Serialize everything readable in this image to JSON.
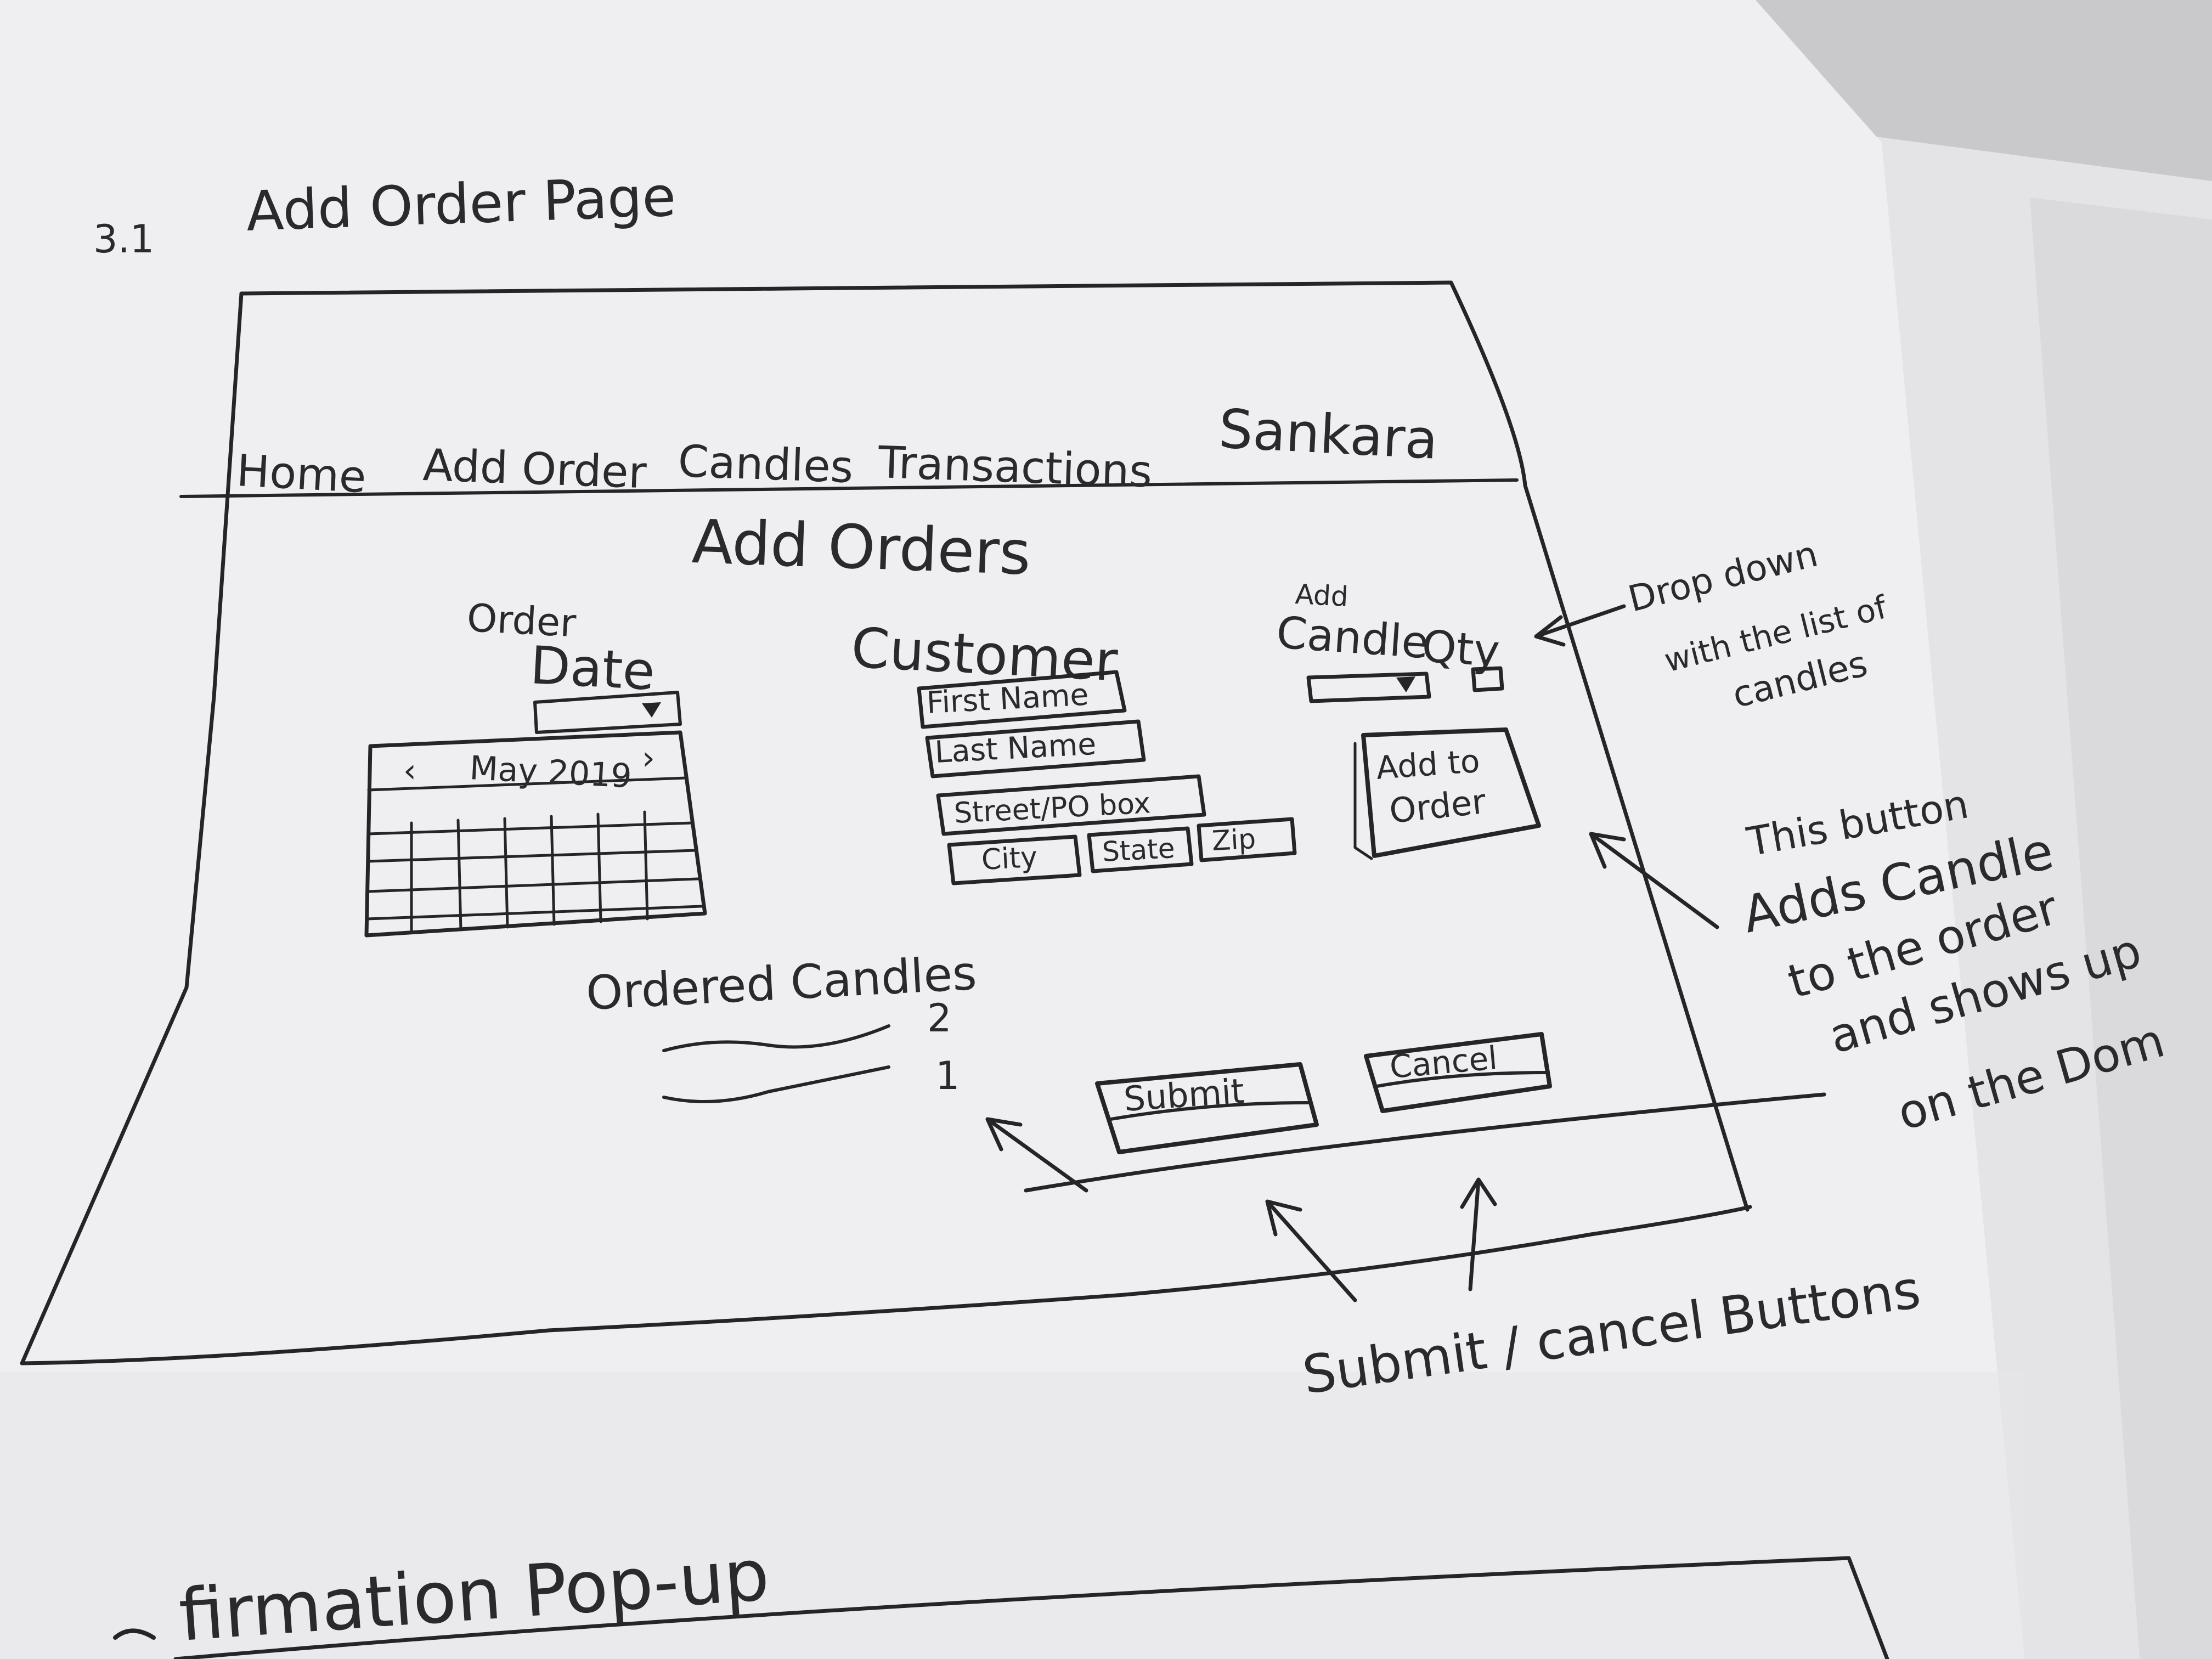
{
  "sheet": {
    "section_number": "3.1",
    "section_title": "Add Order Page",
    "next_section_title": "Confirmation Pop-up",
    "next_section_partial": "firmation Pop-up"
  },
  "wireframe": {
    "nav": {
      "items": [
        "Home",
        "Add Order",
        "Candles",
        "Transactions"
      ],
      "brand": "Sankara"
    },
    "page_title": "Add Orders",
    "order_date": {
      "label_small": "Order",
      "label": "Date",
      "calendar_month": "May 2019"
    },
    "customer": {
      "label": "Customer",
      "first_name": "First Name",
      "last_name": "Last Name",
      "street": "Street/PO box",
      "city": "City",
      "state": "State",
      "zip": "Zip"
    },
    "candle": {
      "label_small": "Add",
      "label": "Candle",
      "qty_label": "Qty",
      "add_button_line1": "Add to",
      "add_button_line2": "Order"
    },
    "ordered_candles": {
      "label": "Ordered Candles",
      "quantities": [
        "2",
        "1"
      ]
    },
    "buttons": {
      "submit": "Submit",
      "cancel": "Cancel"
    }
  },
  "annotations": {
    "dropdown_note": [
      "Drop down",
      "with the list of",
      "candles"
    ],
    "add_button_note": [
      "This button",
      "Adds Candle",
      "to the order",
      "and shows up",
      "on the Dom"
    ],
    "buttons_note": "Submit / cancel Buttons"
  }
}
